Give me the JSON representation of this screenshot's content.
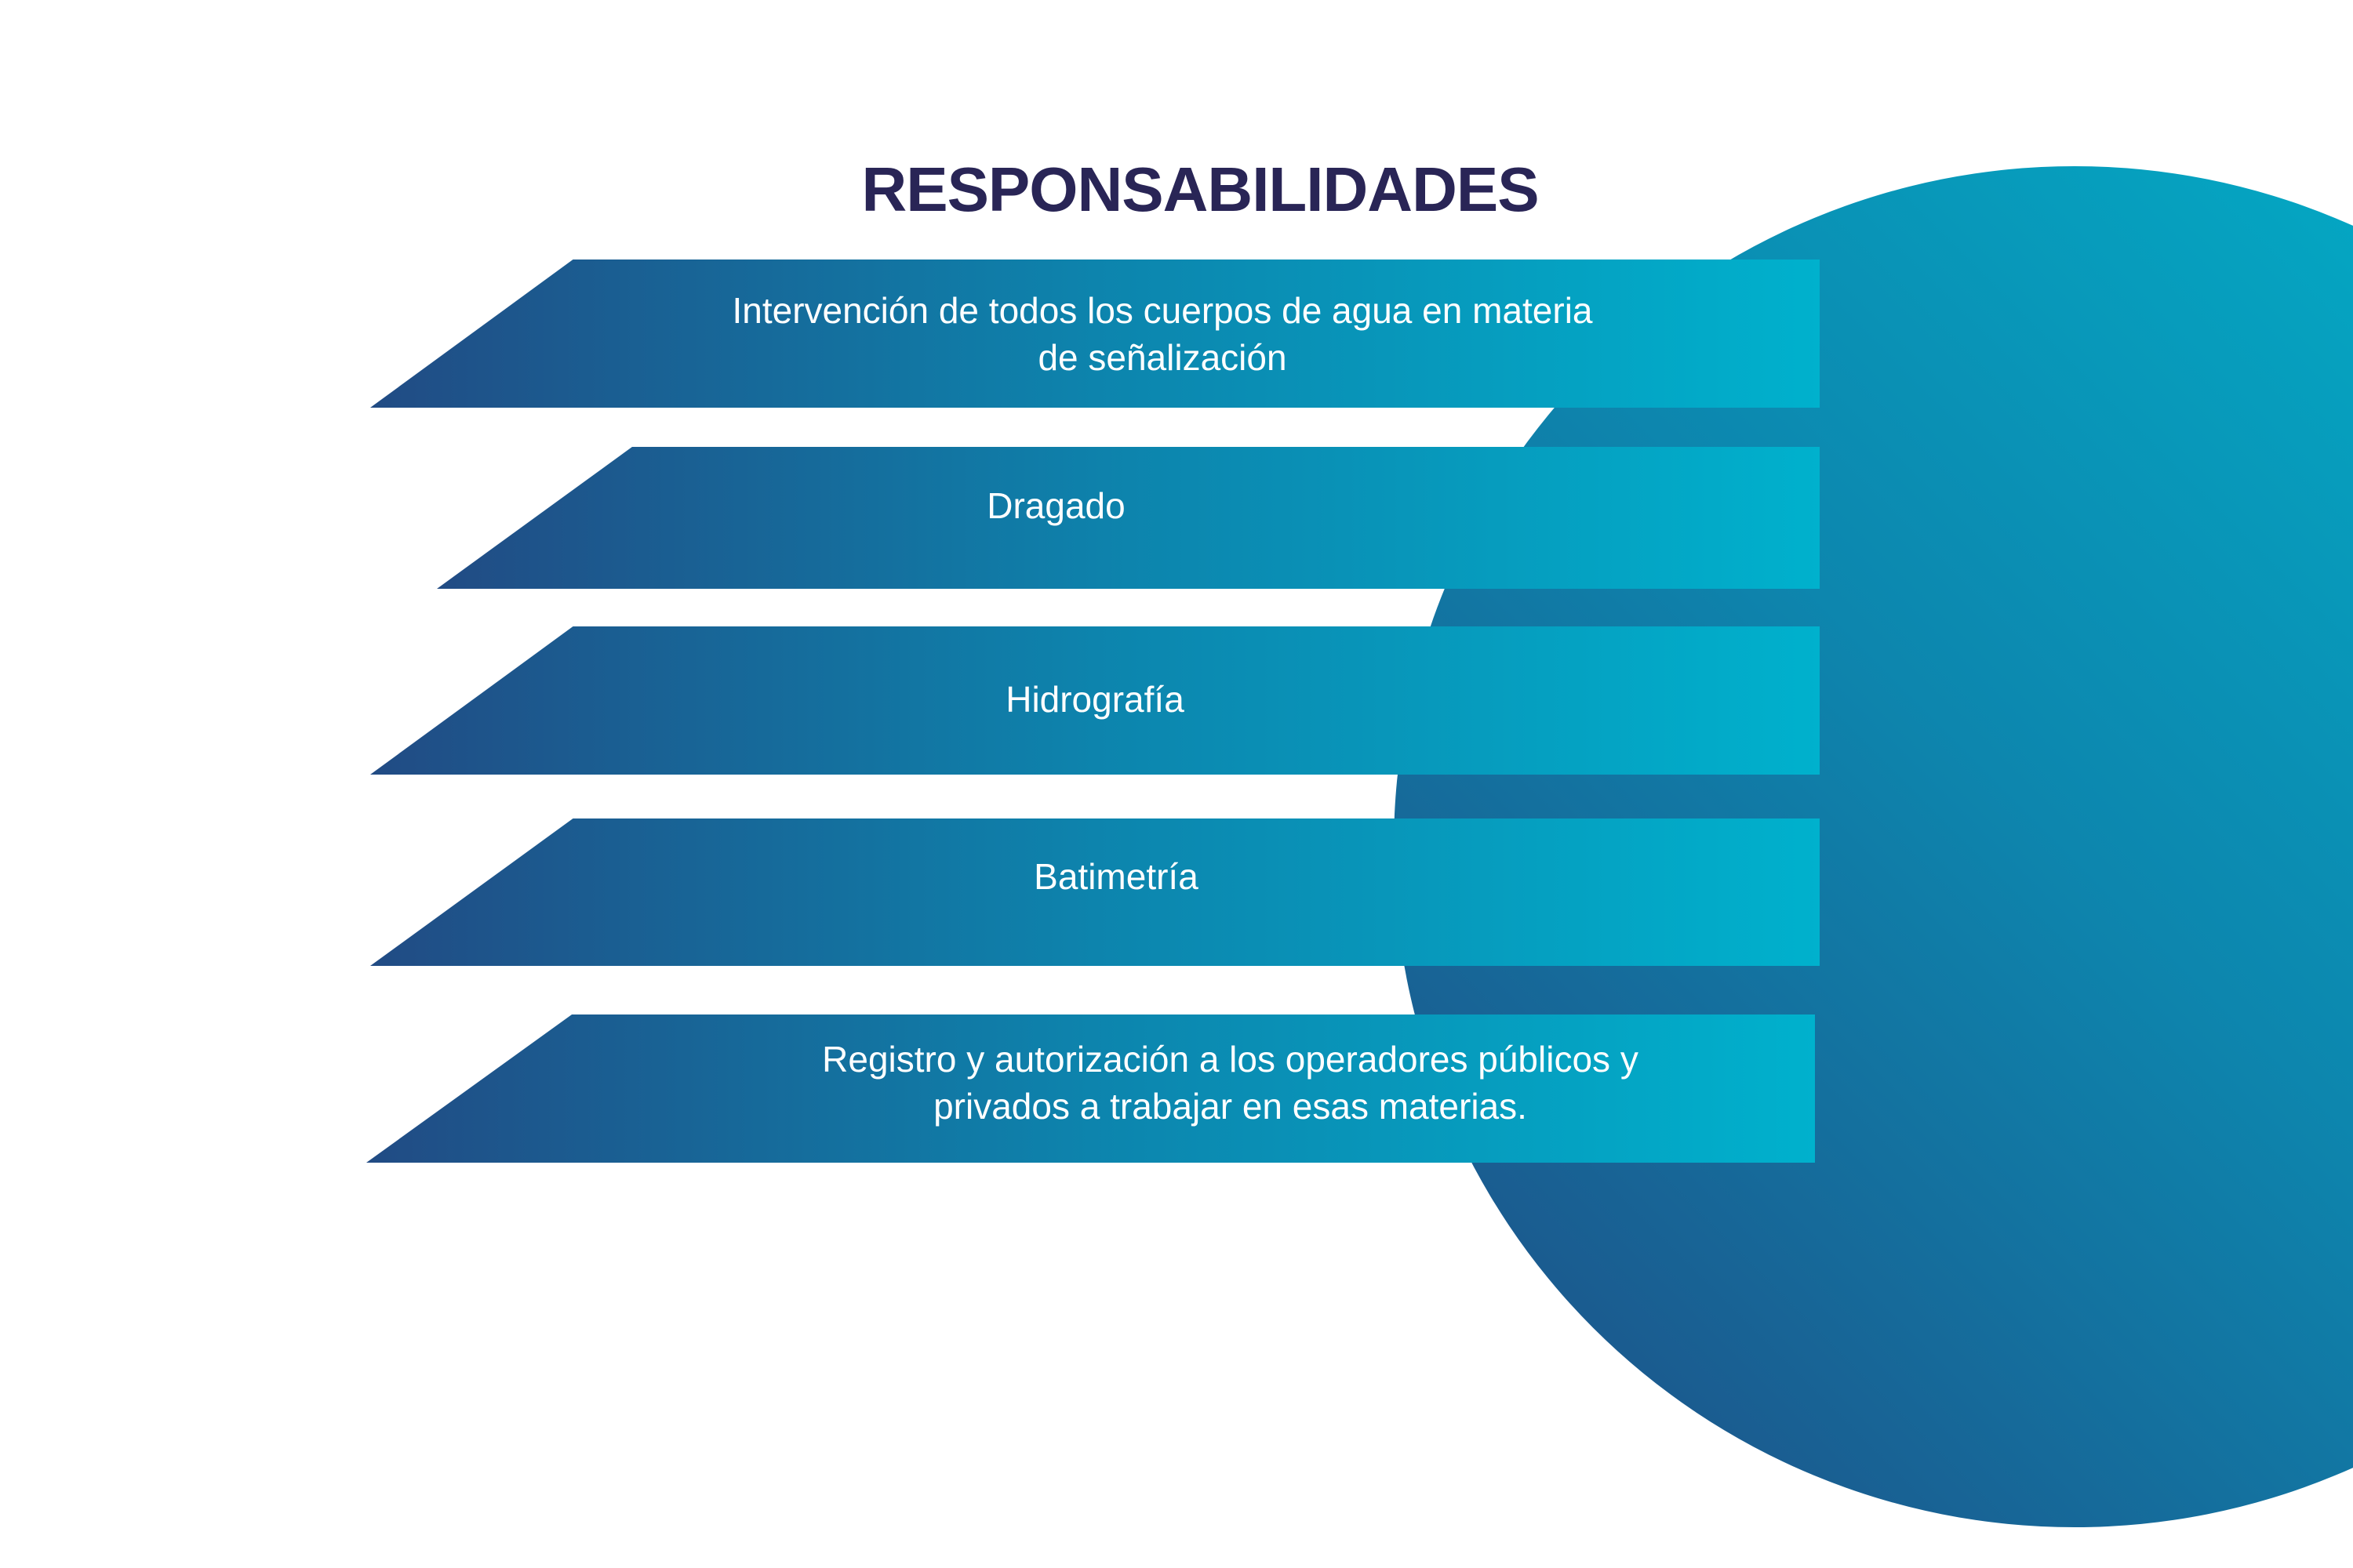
{
  "title": "RESPONSABILIDADES",
  "items": [
    {
      "label": "Intervención de todos los cuerpos de agua en materia\nde señalización"
    },
    {
      "label": "Dragado"
    },
    {
      "label": "Hidrografía"
    },
    {
      "label": "Batimetría"
    },
    {
      "label": "Registro y autorización a los operadores públicos y\nprivados a trabajar en esas materias."
    }
  ],
  "colors": {
    "title": "#292556",
    "gradient_dark": "#214b84",
    "gradient_mid": "#0d84ad",
    "gradient_light": "#00b1cd",
    "background": "#ffffff"
  }
}
